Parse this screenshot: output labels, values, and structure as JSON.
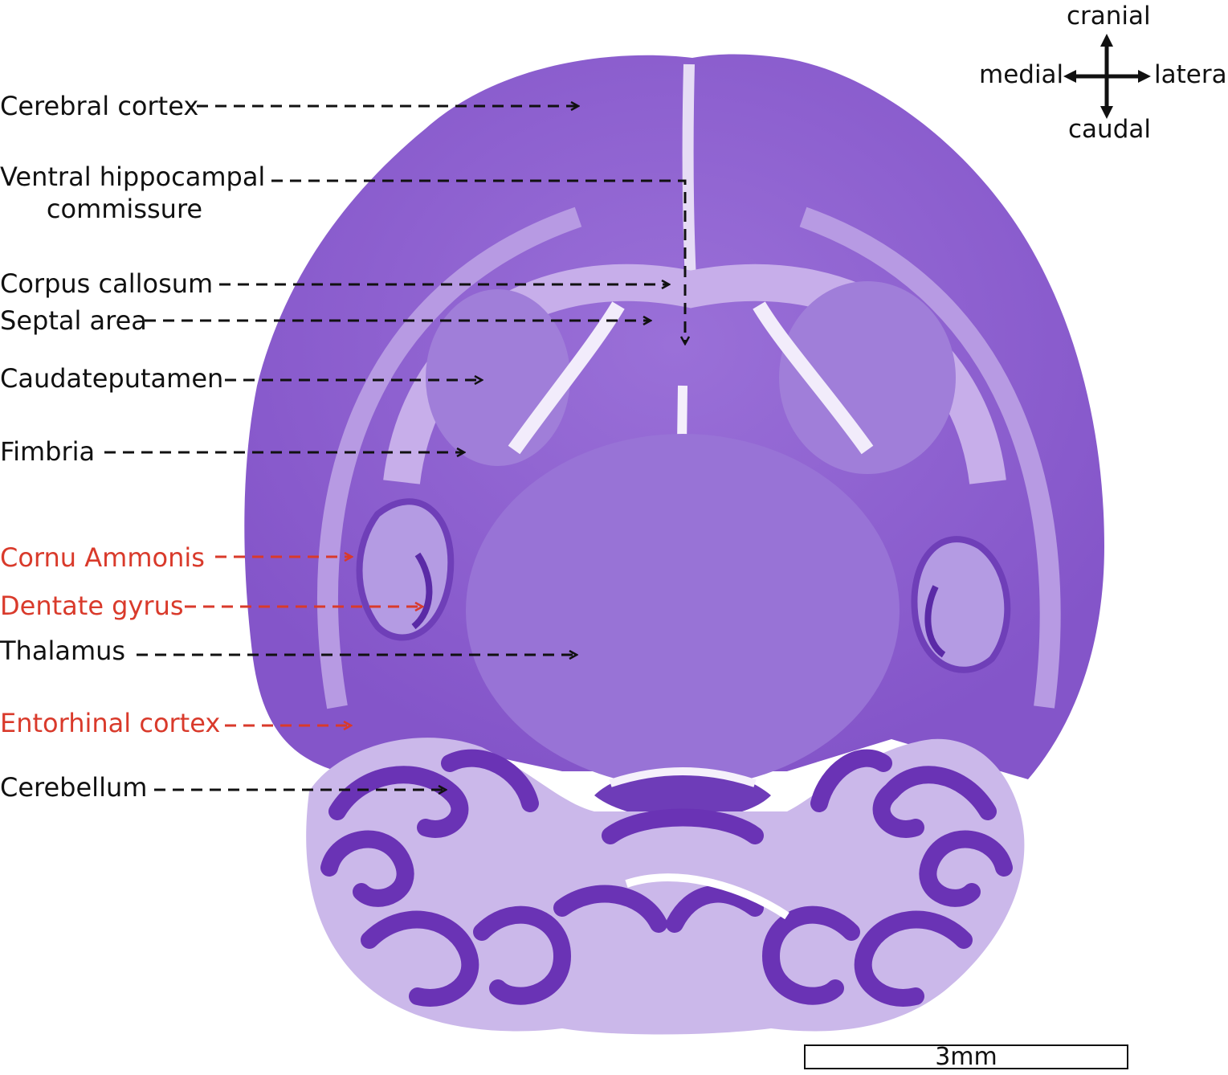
{
  "labels": {
    "cerebral_cortex": "Cerebral cortex",
    "ventral_hippocampal_commissure_line1": "Ventral hippocampal",
    "ventral_hippocampal_commissure_line2": "commissure",
    "corpus_callosum": "Corpus callosum",
    "septal_area": "Septal area",
    "caudateputamen": "Caudateputamen",
    "fimbria": "Fimbria",
    "cornu_ammonis": "Cornu Ammonis",
    "dentate_gyrus": "Dentate gyrus",
    "thalamus": "Thalamus",
    "entorhinal_cortex": "Entorhinal cortex",
    "cerebellum": "Cerebellum"
  },
  "compass": {
    "top": "cranial",
    "bottom": "caudal",
    "left": "medial",
    "right": "lateral"
  },
  "scale_bar": {
    "label": "3mm"
  },
  "colors": {
    "black_label": "#111111",
    "red_label": "#d93a2b",
    "tissue_stain": "#8e5fd0",
    "tissue_dark": "#5a2aa6",
    "white_matter": "#cbb4ea"
  }
}
